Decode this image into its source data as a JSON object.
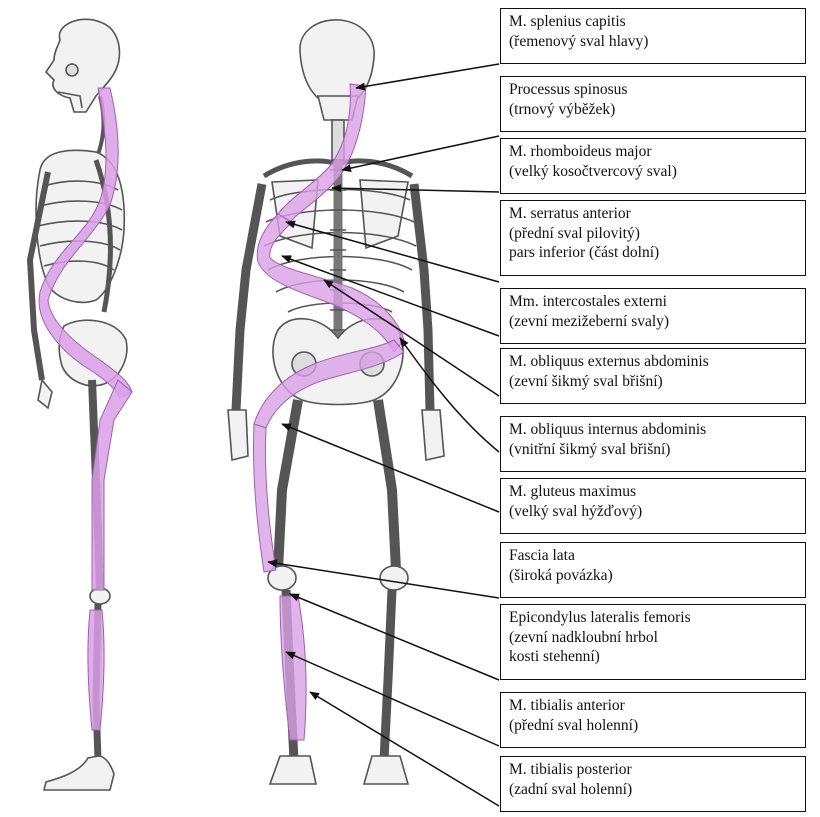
{
  "figure": {
    "background": "#ffffff",
    "muscle_color": "#d9a0e6",
    "bone_color": "#6a6a6a",
    "line_color": "#111111"
  },
  "labels": [
    {
      "id": "splenius",
      "line1": "M. splenius capitis",
      "line2": "(řemenový sval hlavy)"
    },
    {
      "id": "spinosus",
      "line1": "Processus spinosus",
      "line2": "(trnový výběžek)"
    },
    {
      "id": "rhomboideus",
      "line1": "M. rhomboideus major",
      "line2": "(velký kosočtvercový sval)"
    },
    {
      "id": "serratus",
      "line1": "M. serratus anterior",
      "line2": "(přední sval pilovitý)",
      "line3": "pars inferior (část dolní)"
    },
    {
      "id": "intercostales",
      "line1": "Mm. intercostales externi",
      "line2": "(zevní mezižeberní svaly)"
    },
    {
      "id": "obliquus-ext",
      "line1": "M. obliquus externus abdominis",
      "line2": "(zevní šikmý sval břišní)"
    },
    {
      "id": "obliquus-int",
      "line1": "M. obliquus internus abdominis",
      "line2": "(vnitřní šikmý sval břišní)"
    },
    {
      "id": "gluteus",
      "line1": "M. gluteus maximus",
      "line2": "(velký sval hýžďový)"
    },
    {
      "id": "fascia",
      "line1": "Fascia lata",
      "line2": "(široká povázka)"
    },
    {
      "id": "epicondylus",
      "line1": "Epicondylus lateralis femoris",
      "line2": "(zevní nadkloubní hrbol",
      "line3": "kosti stehenní)"
    },
    {
      "id": "tib-ant",
      "line1": "M. tibialis anterior",
      "line2": "(přední sval holenní)"
    },
    {
      "id": "tib-post",
      "line1": "M. tibialis posterior",
      "line2": "(zadní sval holenní)"
    }
  ]
}
